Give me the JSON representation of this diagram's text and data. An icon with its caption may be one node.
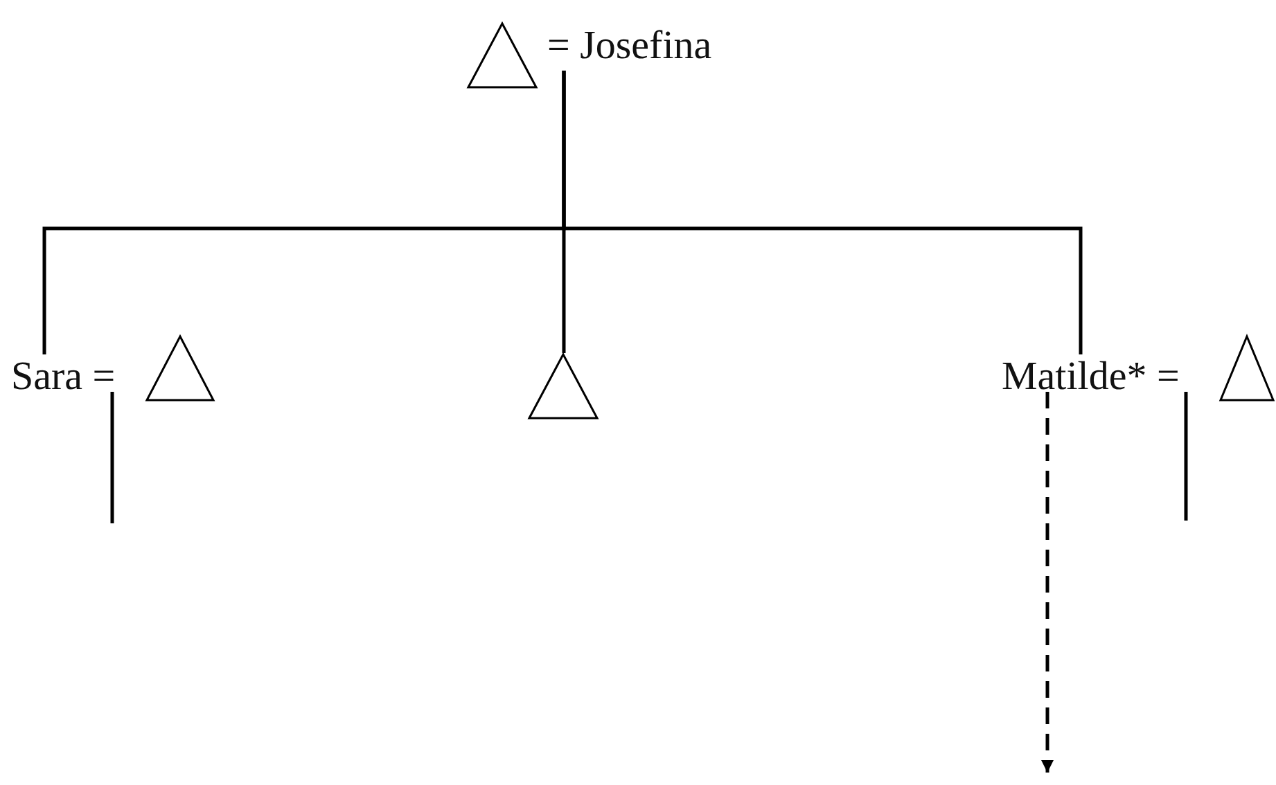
{
  "diagram": {
    "nodes": [
      {
        "text": [],
        "shape": "triangle"
      },
      {
        "text": [
          "= Josefina"
        ]
      },
      {
        "text": [
          "Sara ="
        ]
      },
      {
        "text": [],
        "shape": "triangle"
      },
      {
        "text": [],
        "shape": "triangle"
      },
      {
        "text": [
          "Matilde* ="
        ]
      },
      {
        "text": [],
        "shape": "triangle"
      }
    ],
    "edges": [
      {
        "from": 1,
        "to": 2,
        "arrow": "none"
      },
      {
        "from": 1,
        "to": 4,
        "arrow": "none"
      },
      {
        "from": 1,
        "to": 5,
        "arrow": "none"
      },
      {
        "from": 2,
        "to": null,
        "arrow": "none"
      },
      {
        "from": 5,
        "to": null,
        "arrow": "none"
      },
      {
        "from": 5,
        "to": null,
        "arrow": "to",
        "style": "dashed"
      }
    ]
  }
}
